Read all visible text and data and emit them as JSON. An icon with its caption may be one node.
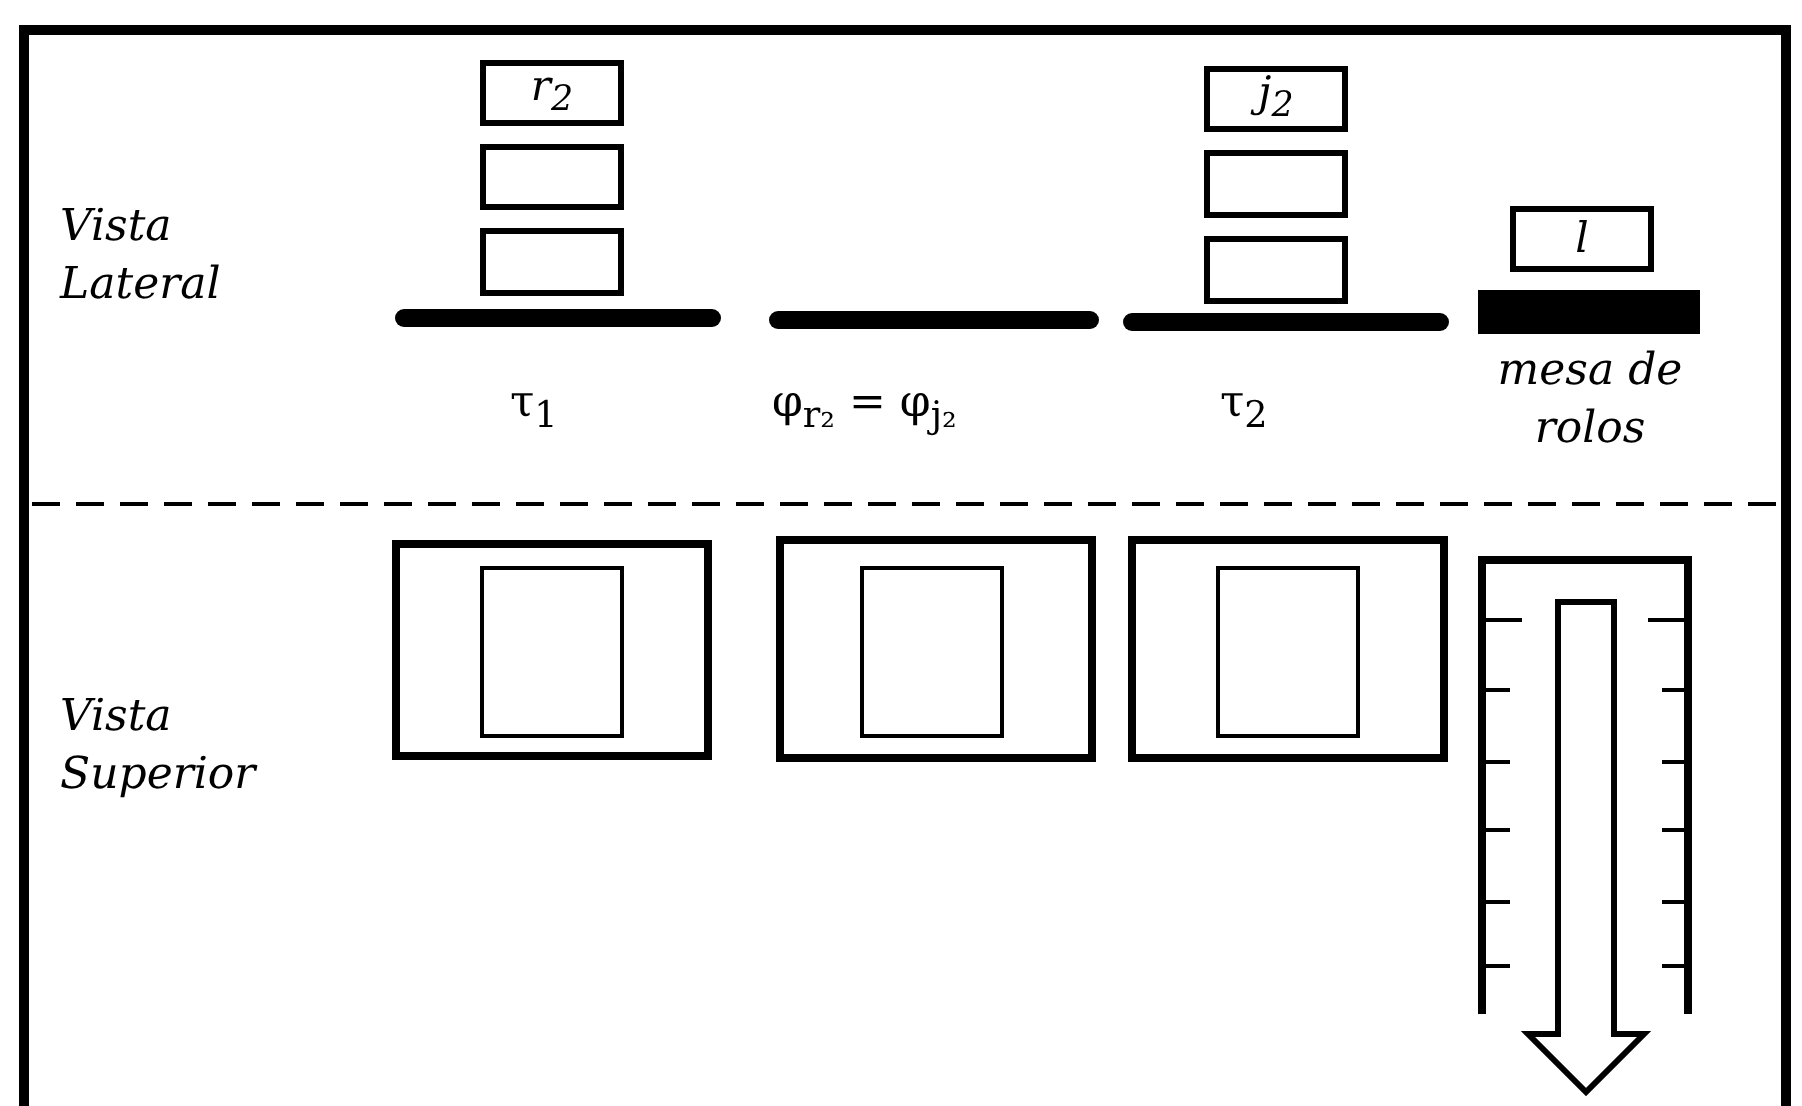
{
  "diagram": {
    "nodes": [
      {
        "text": [
          "*r*$_{2}$"
        ]
      },
      {
        "text": [],
        "shape": "box"
      },
      {
        "text": [],
        "shape": "box"
      },
      {
        "text": [
          "*j*$_{2}$"
        ]
      },
      {
        "text": [],
        "shape": "box"
      },
      {
        "text": [],
        "shape": "box"
      },
      {
        "text": [
          "*l*"
        ]
      },
      {
        "text": [],
        "shape": "box"
      },
      {
        "text": [],
        "shape": "box",
        "in": 7
      },
      {
        "text": [],
        "shape": "box"
      },
      {
        "text": [],
        "shape": "box",
        "in": 9
      },
      {
        "text": [],
        "shape": "box"
      },
      {
        "text": [],
        "shape": "box",
        "in": 11
      },
      {
        "text": [],
        "shape": "bar"
      }
    ],
    "labels": [
      "Vista Lateral",
      "τ$_{1}$",
      "φ$_{r₂}$ = φ$_{j₂}$",
      "τ$_{2}$",
      "mesa de rolos",
      "Vista Superior"
    ]
  }
}
